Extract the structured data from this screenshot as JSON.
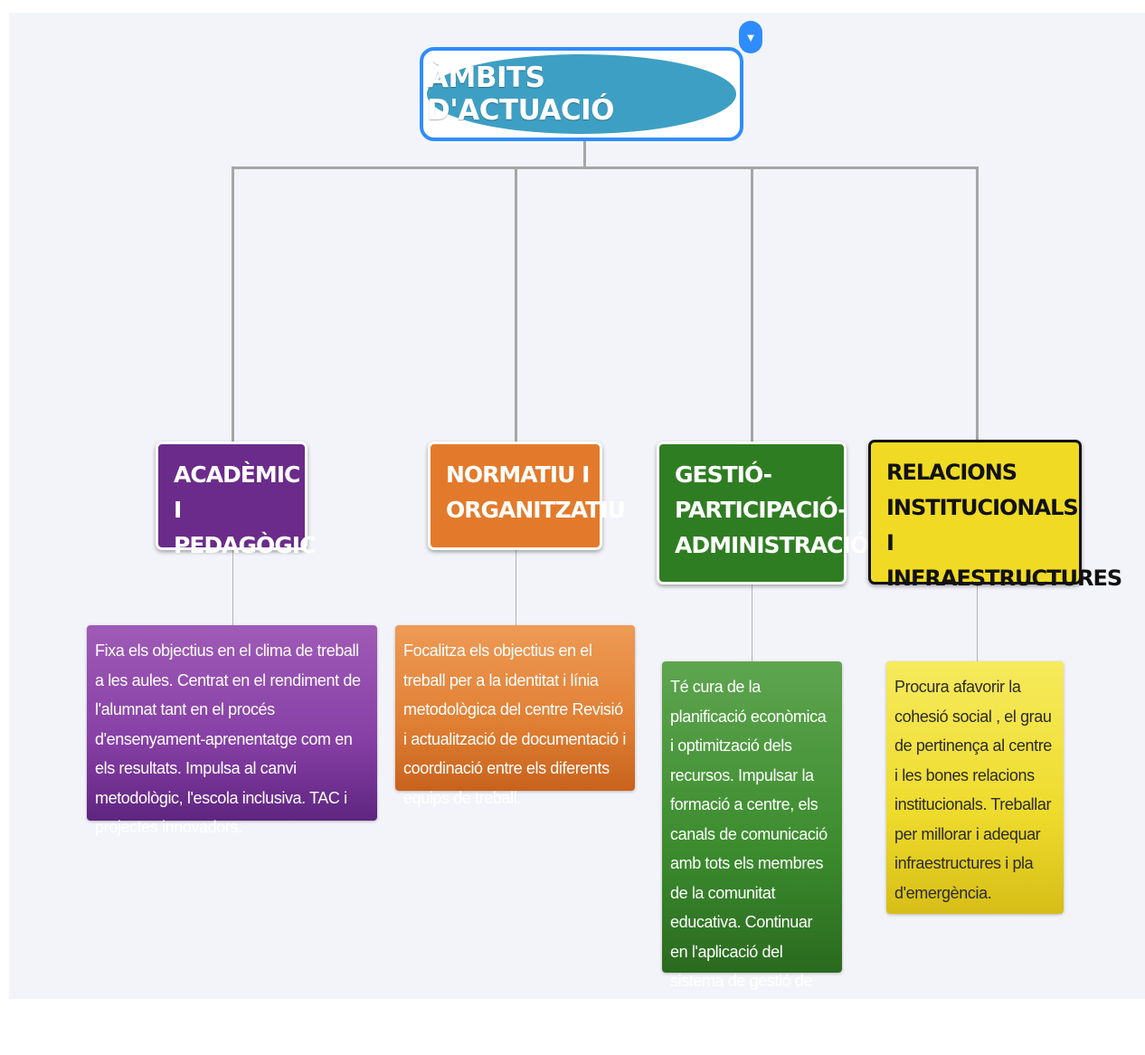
{
  "root": {
    "title": "ÀMBITS D'ACTUACIÓ",
    "toggle_icon": "chevron-down-icon"
  },
  "categories": [
    {
      "title": "ACADÈMIC I\nPEDAGÒGIC",
      "color": "#6b2b8a",
      "note": "Fixa els objectius en el clima de treball a les aules. Centrat en el rendiment de l'alumnat tant en el procés d'ensenyament-aprenentatge com en els resultats. Impulsa al canvi metodològic, l'escola inclusiva. TAC i projectes innovadors."
    },
    {
      "title": "NORMATIU I\nORGANITZATIU",
      "color": "#e37a2b",
      "note": "Focalitza els objectius en el treball per a la identitat i línia metodològica del centre Revisió i actualització de documentació i coordinació entre els diferents equips de treball."
    },
    {
      "title": "GESTIÓ-\nPARTICIPACIÓ-\nADMINISTRACIÓ",
      "color": "#2f7d22",
      "note": "Té cura de la planificació econòmica i optimització dels recursos. Impulsar la formació a centre, els canals de comunicació amb tots els membres de la comunitat educativa. Continuar en l'aplicació del sistema de gestió de qualitat i millora educativa."
    },
    {
      "title": "RELACIONS\nINSTITUCIONALS I\nINFRAESTRUCTURES",
      "color": "#f0da24",
      "note": "Procura afavorir la cohesió social , el grau de pertinença al centre i les bones relacions institucionals. Treballar per millorar i adequar infraestructures i pla d'emergència."
    }
  ]
}
